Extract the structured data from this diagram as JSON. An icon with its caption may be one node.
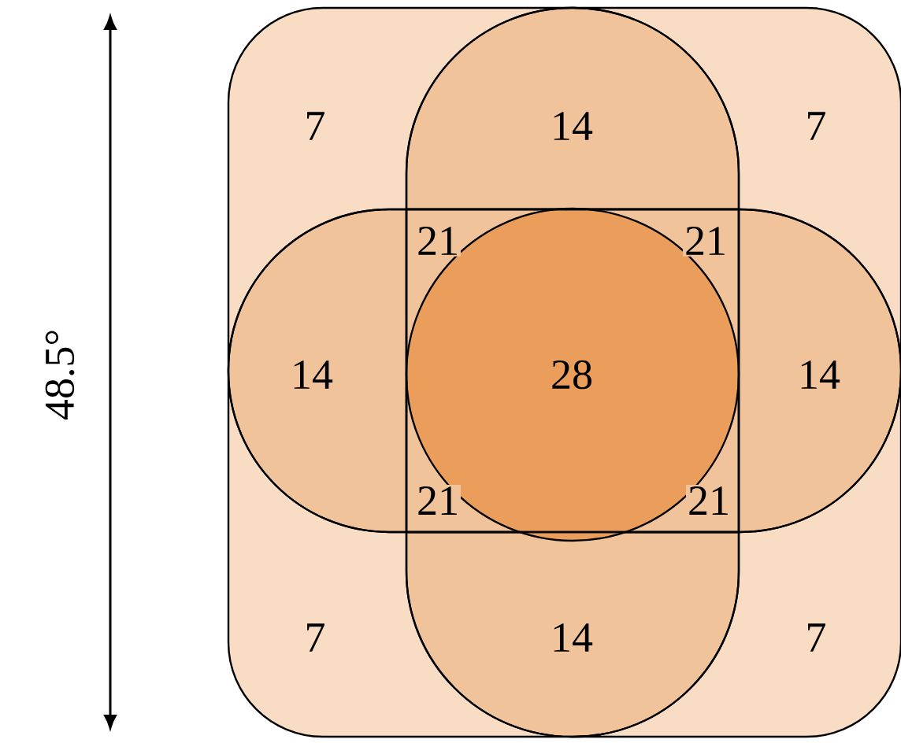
{
  "diagram": {
    "labels": [
      "48.5°",
      "7",
      "14",
      "7",
      "21",
      "21",
      "14",
      "28",
      "14",
      "21",
      "21",
      "7",
      "14",
      "7"
    ]
  }
}
